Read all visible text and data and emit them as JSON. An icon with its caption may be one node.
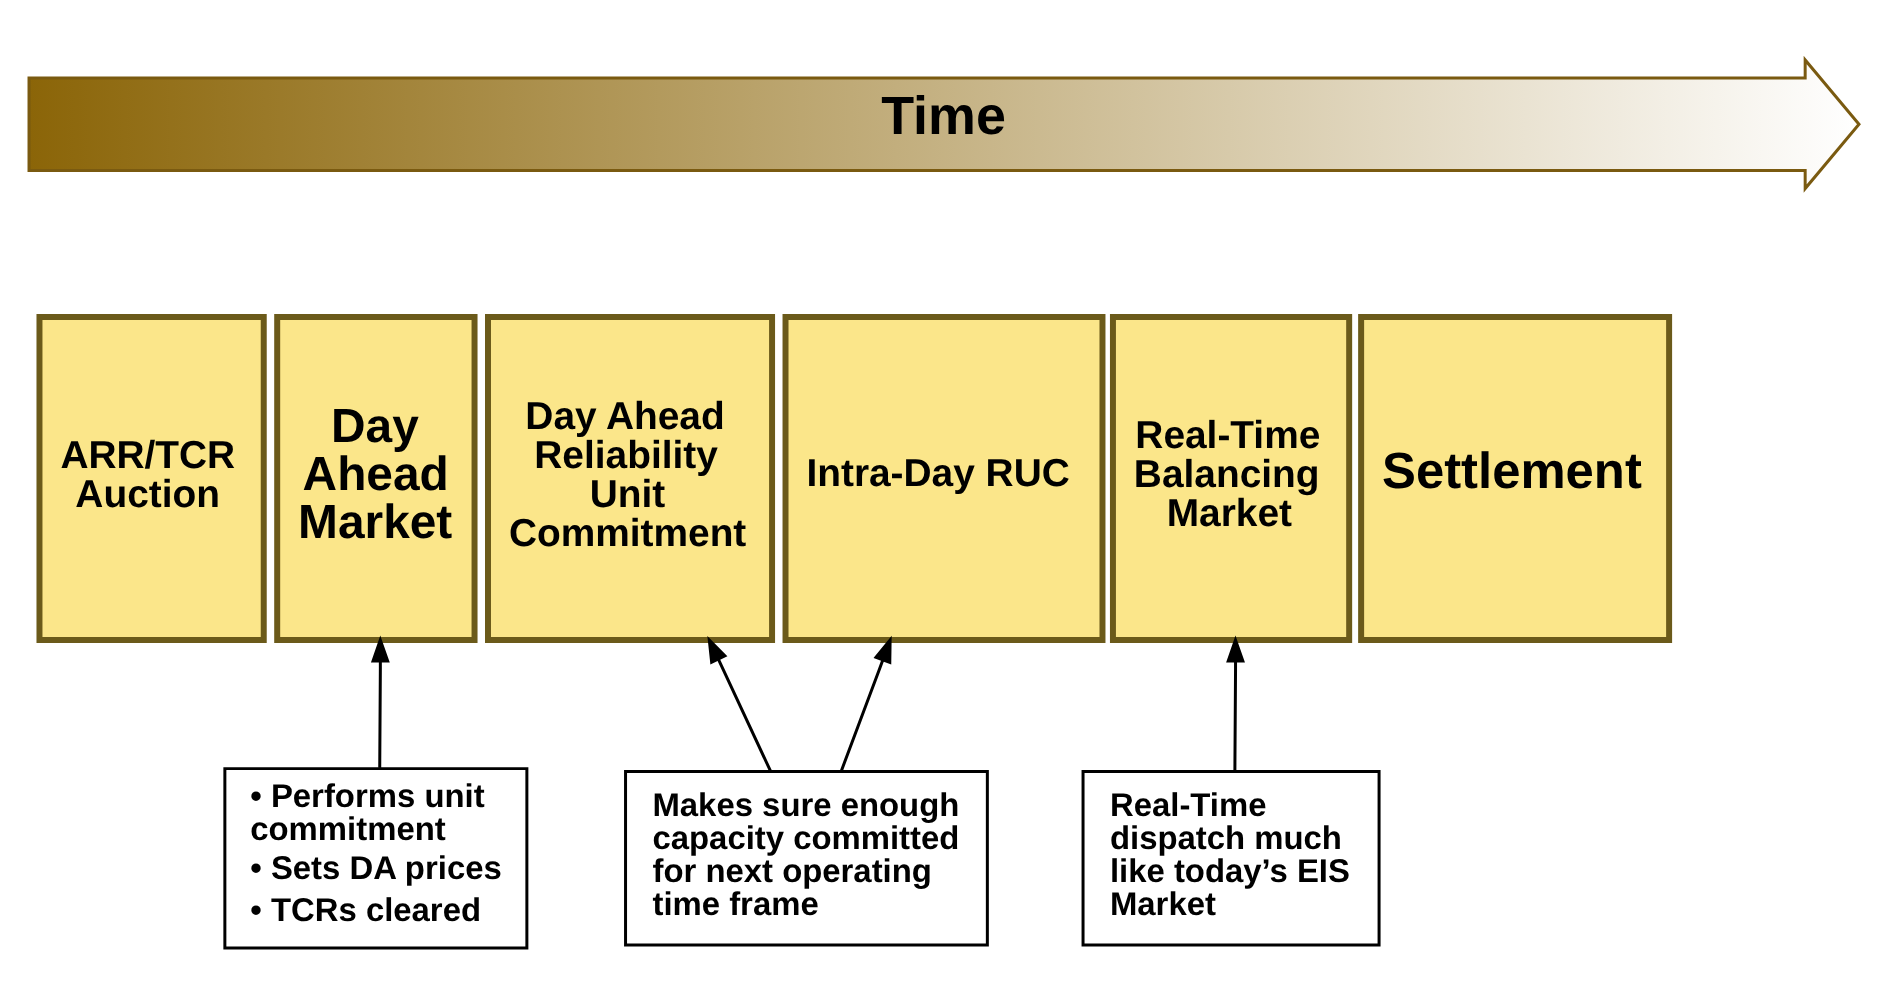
{
  "diagram": {
    "nodes": [
      {
        "text": [
          "Time"
        ]
      },
      {
        "text": [
          "ARR/TCR Auction"
        ]
      },
      {
        "text": [
          "Day Ahead Market"
        ]
      },
      {
        "text": [
          "Day Ahead Reliability Unit Commitment"
        ]
      },
      {
        "text": [
          "Intra-Day RUC"
        ]
      },
      {
        "text": [
          "Real-Time Balancing Market"
        ]
      },
      {
        "text": [
          "Settlement"
        ]
      },
      {
        "text": [
          "• Performs unit commitment",
          "• Sets DA prices",
          "• TCRs cleared"
        ]
      },
      {
        "text": [
          "Makes sure enough capacity committed for next operating time frame"
        ]
      },
      {
        "text": [
          "Real-Time dispatch much like today’s EIS Market"
        ]
      }
    ],
    "edges": [
      {
        "from": 7,
        "to": 2,
        "arrow": "to"
      },
      {
        "from": 8,
        "to": 3,
        "arrow": "to"
      },
      {
        "from": 8,
        "to": 4,
        "arrow": "to"
      },
      {
        "from": 9,
        "to": 5,
        "arrow": "to"
      }
    ]
  }
}
